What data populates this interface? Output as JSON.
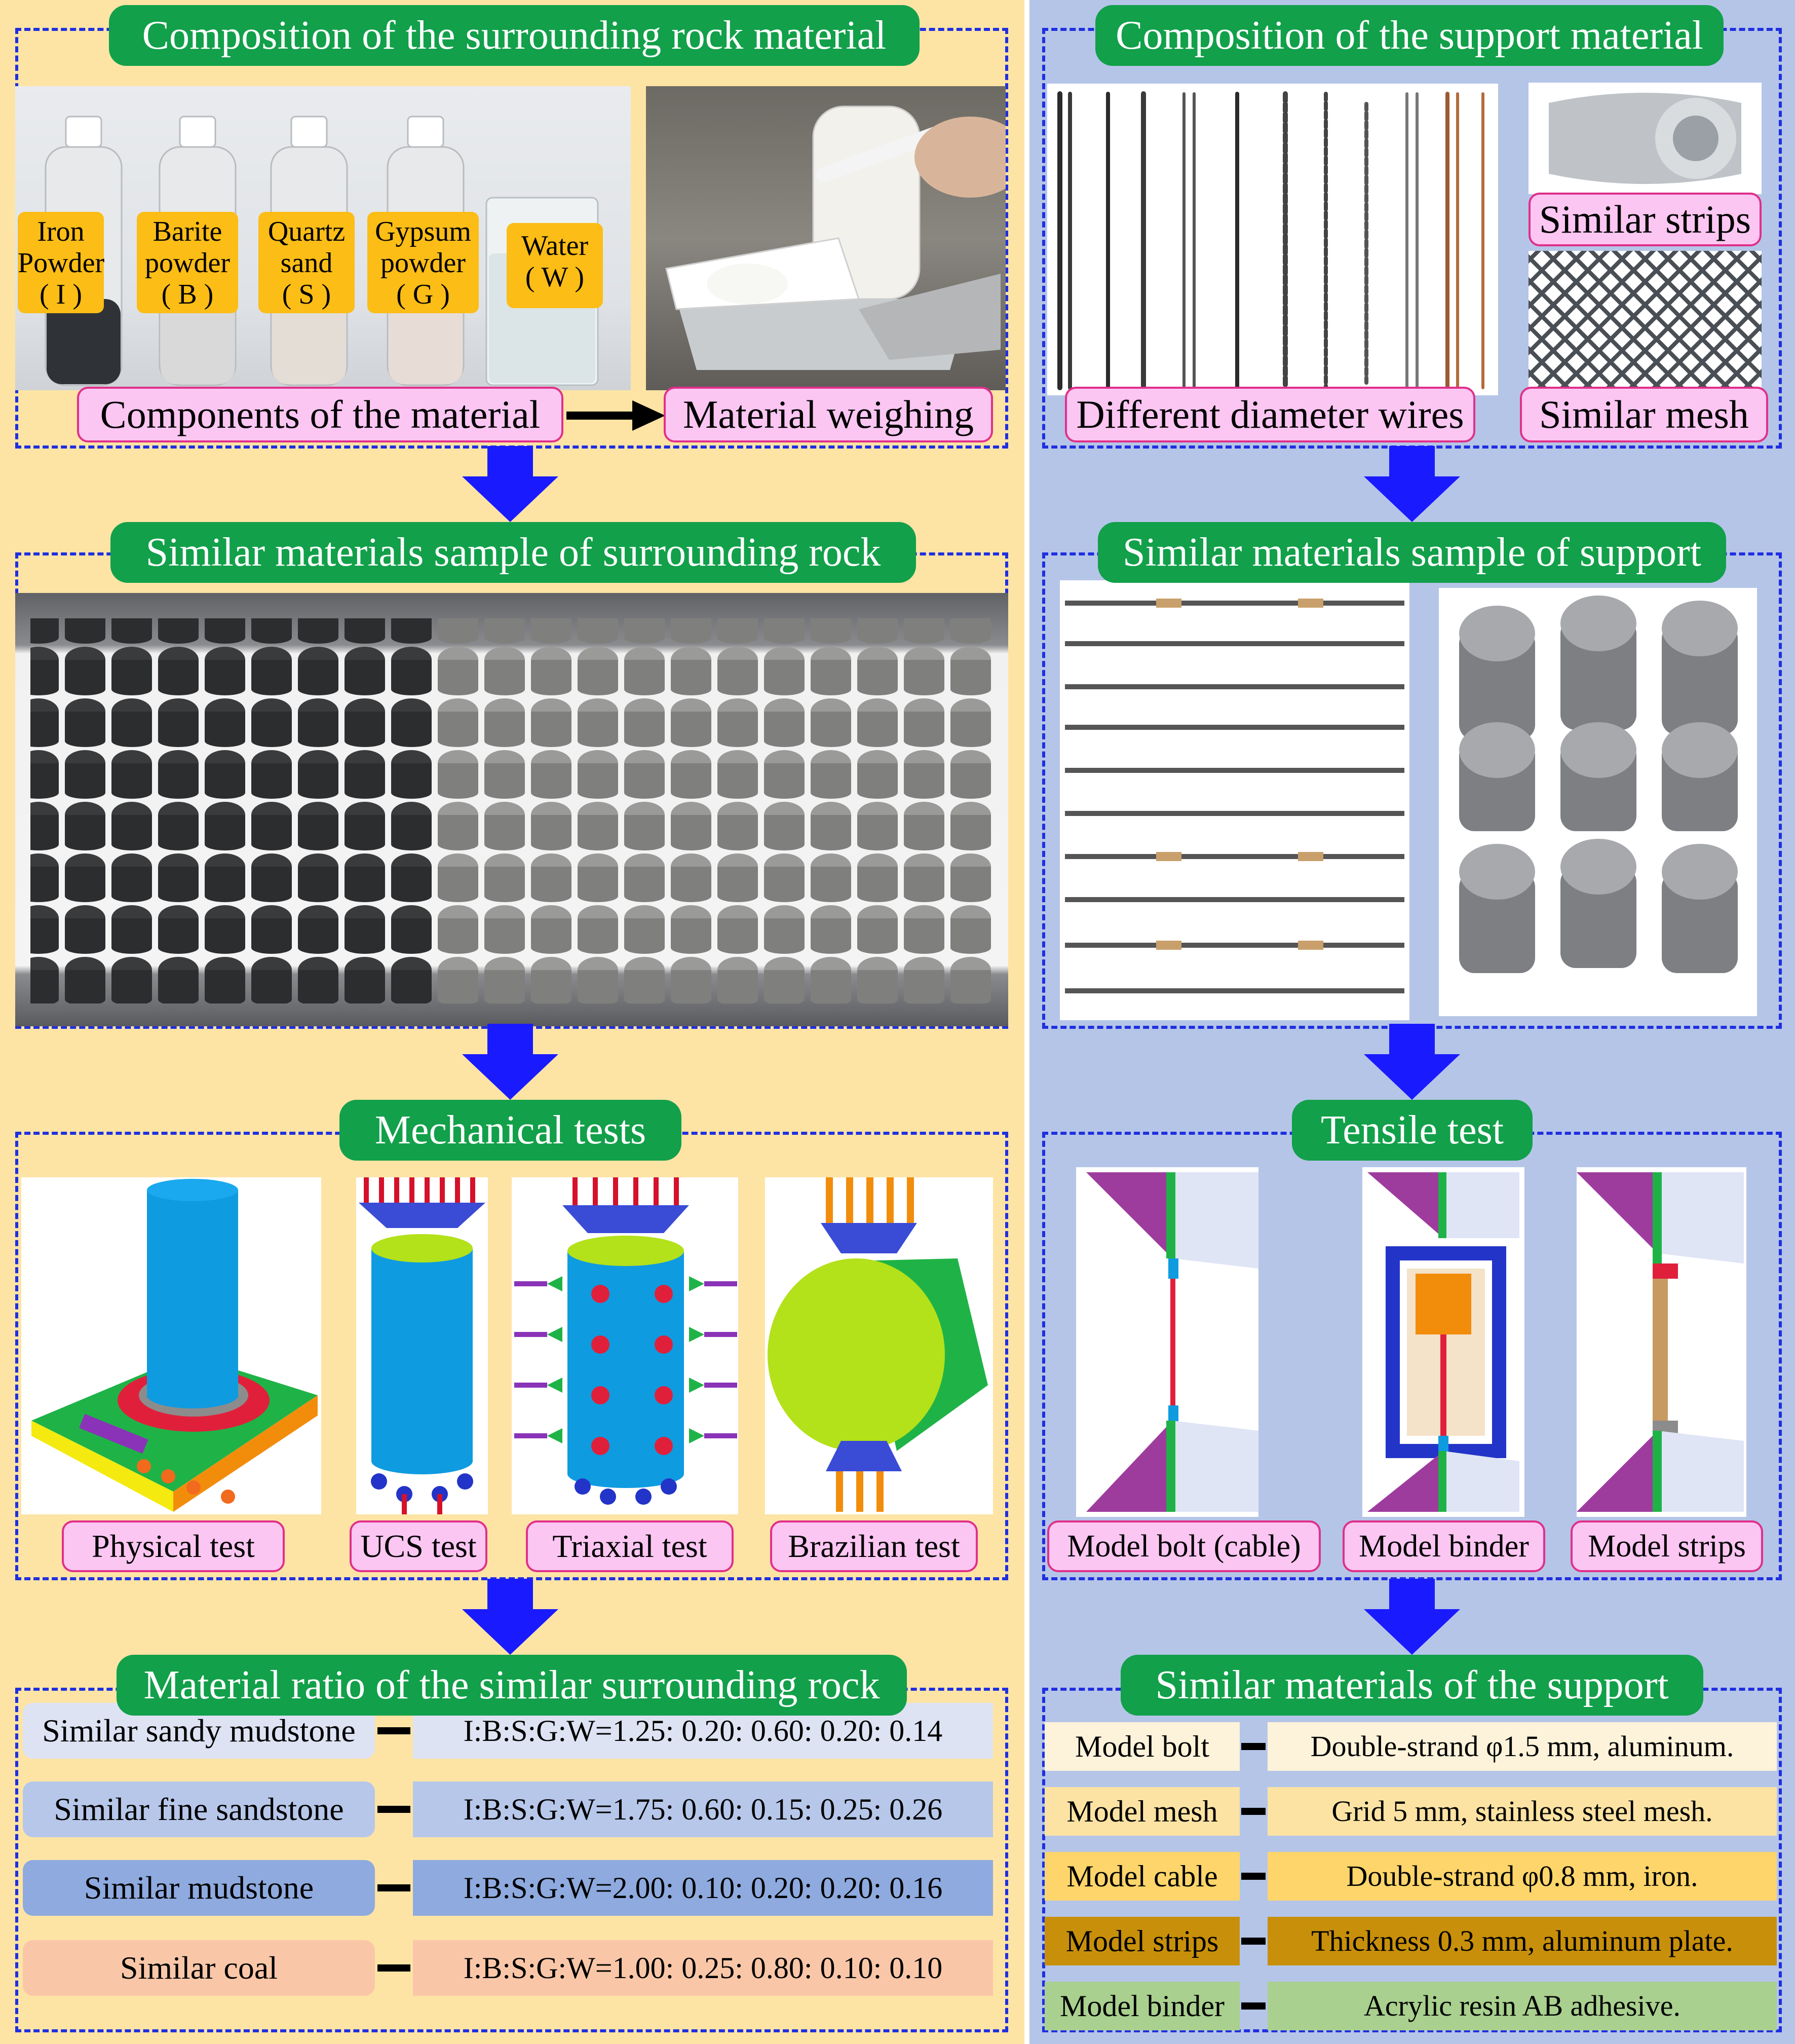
{
  "left": {
    "composition": {
      "title": "Composition of the surrounding rock material",
      "bottles": [
        {
          "name": "Iron Powder",
          "code": "( I )"
        },
        {
          "name": "Barite powder",
          "code": "( B )"
        },
        {
          "name": "Quartz sand",
          "code": "( S )"
        },
        {
          "name": "Gypsum powder",
          "code": "( G )"
        },
        {
          "name": "Water",
          "code": "( W )"
        }
      ],
      "components_label": "Components of the material",
      "weighing_label": "Material weighing"
    },
    "samples": {
      "title": "Similar materials sample of surrounding rock"
    },
    "mechanical": {
      "title": "Mechanical tests",
      "tests": [
        "Physical  test",
        "UCS test",
        "Triaxial  test",
        "Brazilian test"
      ]
    },
    "ratio": {
      "title": "Material ratio of the similar surrounding rock",
      "rows": [
        {
          "label": "Similar sandy mudstone",
          "value": "I:B:S:G:W=1.25: 0.20: 0.60: 0.20: 0.14",
          "color": "#dde3f3"
        },
        {
          "label": "Similar fine sandstone",
          "value": "I:B:S:G:W=1.75: 0.60: 0.15: 0.25: 0.26",
          "color": "#b7c7ea"
        },
        {
          "label": "Similar mudstone",
          "value": "I:B:S:G:W=2.00: 0.10: 0.20: 0.20: 0.16",
          "color": "#8eaadf"
        },
        {
          "label": "Similar  coal",
          "value": "I:B:S:G:W=1.00: 0.25: 0.80: 0.10: 0.10",
          "color": "#f9c7a8"
        }
      ]
    }
  },
  "right": {
    "composition": {
      "title": "Composition of the support material",
      "wires_label": "Different diameter wires",
      "strips_label": "Similar strips",
      "mesh_label": "Similar mesh"
    },
    "samples": {
      "title": "Similar materials sample of support"
    },
    "tensile": {
      "title": "Tensile test",
      "models": [
        "Model bolt (cable)",
        "Model binder",
        "Model strips"
      ]
    },
    "support": {
      "title": "Similar materials  of the support",
      "rows": [
        {
          "label": "Model bolt",
          "value": "Double-strand φ1.5 mm, aluminum.",
          "color": "#fdf3da"
        },
        {
          "label": "Model mesh",
          "value": "Grid 5 mm, stainless steel mesh.",
          "color": "#fde3a3"
        },
        {
          "label": "Model cable",
          "value": "Double-strand φ0.8 mm, iron.",
          "color": "#fdd56a"
        },
        {
          "label": "Model strips",
          "value": "Thickness 0.3 mm, aluminum plate.",
          "color": "#c8900a"
        },
        {
          "label": "Model binder",
          "value": "Acrylic resin AB adhesive.",
          "color": "#a9d08e"
        }
      ]
    }
  },
  "colors": {
    "title_green": "#12a04a",
    "arrow_blue": "#1a1aff",
    "dash_blue": "#1f2fe0",
    "left_bg": "#fde4a5",
    "right_bg": "#b5c5e8",
    "label_pink": "#fbc6f2",
    "label_orange": "#fbbd16"
  }
}
